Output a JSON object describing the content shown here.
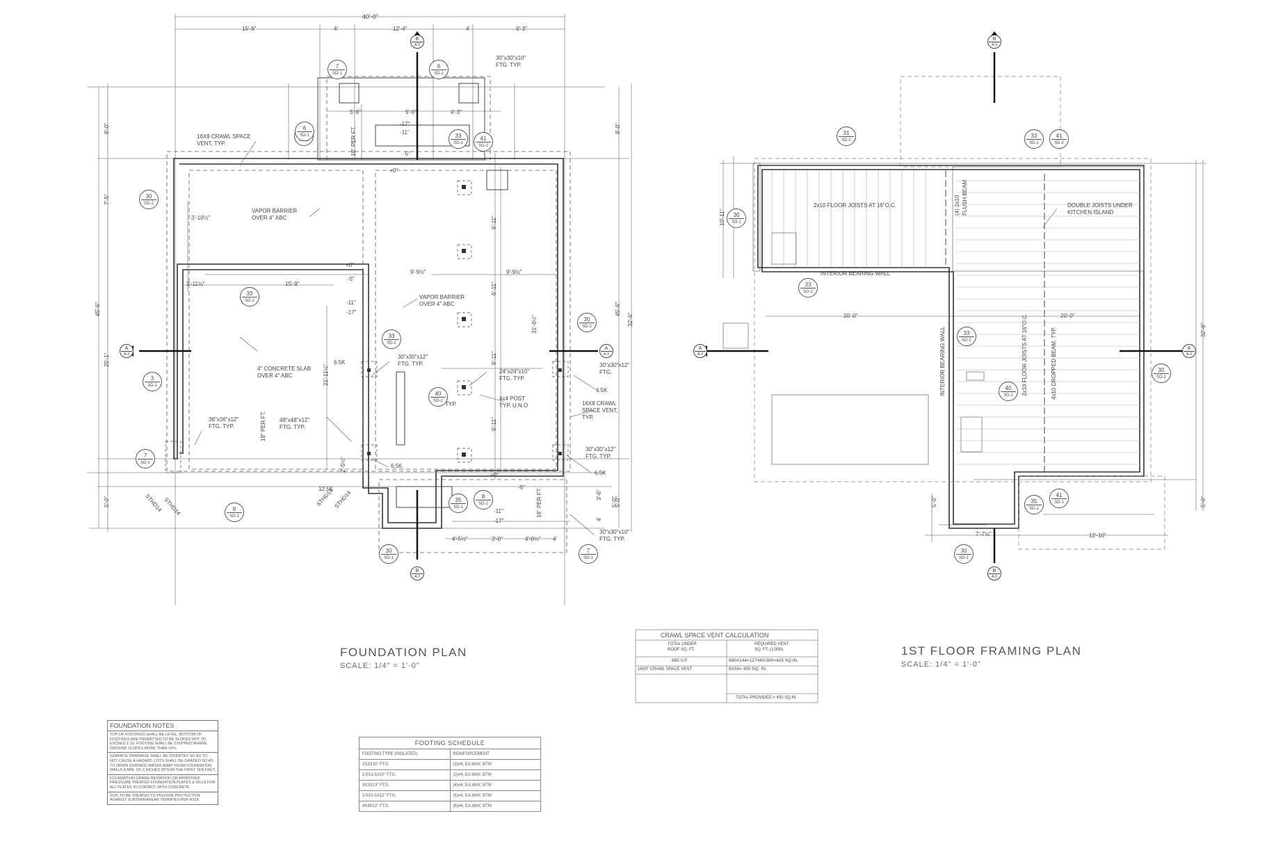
{
  "foundation_plan": {
    "title": "FOUNDATION PLAN",
    "scale": "SCALE:   1/4\" = 1'-0\"",
    "dims": {
      "overall_width": "40'-0\"",
      "top_15_9": "15'-9\"",
      "top_4a": "4'",
      "top_12_4": "12'-4\"",
      "top_4b": "4'",
      "top_9_3": "9'-3\"",
      "porch_5_9": "5'-9\"",
      "porch_5_0": "5'-0\"",
      "porch_4_3": "4'-3\"",
      "left_8_0": "8'-0\"",
      "left_7_5": "7'-5\"",
      "left_overall": "45'-6\"",
      "left_25_1": "25'-1\"",
      "left_5_0": "5'-0\"",
      "right_8_0": "8'-0\"",
      "right_32_6": "32'-6\"",
      "right_45_6": "45'-6\"",
      "right_5_0": "5'-0\"",
      "d_9_9_half": "9'-9½\"",
      "d_9_9_half_b": "9'-9½\"",
      "d_15_9": "15'-9\"",
      "d_3_11": "3'-11½\"",
      "d_3_10": "3'-10½\"",
      "d_6_11a": "6'-11\"",
      "d_6_11b": "6'-11\"",
      "d_6_11c": "6'-11\"",
      "d_6_11d": "6'-11\"",
      "d_31_6": "31'-6½\"",
      "d_21_11": "21'-11½\"",
      "d_2_5": "2'-5½\"",
      "bot_4_5": "4'-5½\"",
      "bot_3_0": "3'-0\"",
      "bot_4_0": "4'-0½\"",
      "bot_4": "4'",
      "bot_3_6": "3'-6\"",
      "bot_5_0": "5'-0\"",
      "bot_4b": "4'"
    },
    "elev": {
      "e1": "-17\"",
      "e2": "-11\"",
      "e3": "-5\"",
      "e4": "+0\"",
      "e5": "+0\"",
      "e6": "-5\"",
      "e7": "-11\"",
      "e8": "-17\"",
      "e9": "+0\"",
      "e10": "-5\"",
      "e11": "-11\"",
      "e12": "-17\""
    },
    "notes": {
      "ftg_30_top": "30\"x30\"x10\"",
      "ftg_typ_top": "FTG. TYP.",
      "vent_a": "16X8 CRAWL SPACE",
      "vent_b": "VENT, TYP.",
      "vb1a": "VAPOR BARRIER",
      "vb1b": "OVER 4\" ABC",
      "vb2a": "VAPOR BARRIER",
      "vb2b": "OVER 4\" ABC",
      "slab_a": "4\" CONCRETE SLAB",
      "slab_b": "OVER 4\" ABC",
      "k65a": "6.5K",
      "ftg_3012a": "30\"x30\"x12\"",
      "ftg_3012b": "FTG. TYP.",
      "ftg_2424a": "24\"x24\"x10\"",
      "ftg_2424b": "FTG. TYP.",
      "post_a": "4x4 POST",
      "post_b": "TYP. U.N.O",
      "typ": "TYP.",
      "r3012a": "30\"x30\"x12\"",
      "r3012b": "FTG.",
      "k65b": "6.5K",
      "rvent_a": "16X8 CRAWL",
      "rvent_b": "SPACE VENT,",
      "rvent_c": "TYP.",
      "r3012c": "30\"x30\"x12\"",
      "r3012d": "FTG. TYP.",
      "k65c": "6.5K",
      "ftg_3636a": "36\"x36\"x12\"",
      "ftg_3636b": "FTG. TYP.",
      "ftg_4848a": "48\"x48\"x12\"",
      "ftg_4848b": "FTG. TYP.",
      "k65d": "6.5K",
      "k125": "12.5K",
      "hd1": "STHD14",
      "hd2": "STHD14",
      "hd3": "STHD14",
      "hd4": "STHD14",
      "r3010a": "30\"x30\"x10\"",
      "r3010b": "FTG. TYP.",
      "per1": "18\" PER FT.",
      "per2": "18\" PER FT.",
      "per3": "18\" PER FT."
    }
  },
  "framing_plan": {
    "title": "1ST FLOOR FRAMING PLAN",
    "scale": "SCALE:   1/4\" = 1'-0\"",
    "notes": {
      "joists1": "2x10 FLOOR JOISTS AT 16\"O.C.",
      "flush_a": "(4) 2x10",
      "flush_b": "FLUSH BEAM",
      "double_a": "DOUBLE JOISTS UNDER",
      "double_b": "KITCHEN ISLAND",
      "ibw1": "INTERIOR BEARING WALL",
      "ibw2": "INTERIOR BEARING WALL",
      "joists2": "2x10 FLOOR JOISTS AT 16\"O.C.",
      "dropped": "4x10 DROPPED BEAM, TYP.",
      "d20a": "20'-0\"",
      "d20b": "20'-0\"",
      "d10_11": "10'-11\"",
      "d32_6": "32'-6\"",
      "d5_0": "5'-0\"",
      "d5_0b": "5'-0\"",
      "d7_7": "7'-7½\"",
      "d12_10": "12'-10\""
    }
  },
  "bubbles": {
    "b30": "30",
    "b31": "31",
    "b33": "33",
    "b35": "35",
    "b40": "40",
    "b41": "41",
    "b3": "3",
    "b6": "6",
    "b7": "7",
    "b8": "8",
    "sd1": "SD-1",
    "sd2": "SD-2",
    "secA": "A",
    "secB": "B",
    "a3": "A-3"
  },
  "vent_calc": {
    "title": "CRAWL SPACE VENT CALCULATION",
    "h1a": "TOTAL UNDER",
    "h1b": "ROOF SQ. FT.",
    "h2a": "REQUIRED VENT",
    "h2b": "SQ. FT. (1/300)",
    "area": "885 S.F.",
    "req": "885X144=127440/300=425 SQ.IN.",
    "vent_label": "16X8\" CRAWL SPACE VENT",
    "vent_val": "8X50= 450 SQ. IN.",
    "total": "TOTAL PROVIDED = 450 SQ.IN."
  },
  "footing_schedule": {
    "title": "FOOTING SCHEDULE",
    "headers": [
      "FOOTING TYPE (ISOLATED)",
      "REINFORCEMENT"
    ],
    "rows": [
      [
        "2X2X10\" FTG.",
        "(3)#4, EA.WAY, BTM"
      ],
      [
        "2.5X2.5X10\" FTG.",
        "(3)#4, EA.WAY, BTM"
      ],
      [
        "3X3X13\" FTG.",
        "(4)#4, EA.WAY, BTM"
      ],
      [
        "3.5X3.5X12\" FTG.",
        "(5)#4, EA.WAY, BTM"
      ],
      [
        "4X4X12\" FTG.",
        "(6)#4, EA.WAY, BTM"
      ]
    ]
  },
  "foundation_notes": {
    "title": "FOUNDATION NOTES",
    "items": [
      "TOP OF FOOTINGS SHALL BE LEVEL. BOTTOM OF FOOTINGS ARE PERMITTED TO BE SLOPED NOT TO EXCEED 1:10. FOOTING SHALL BE STEPPED WHERE GROUND SLOPES MORE THAN 10%.",
      "SURFACE DRAINAGE SHALL BE DIVERTED SO AS TO NOT CAUSE A HAZARD. LOTS SHALL BE GRADED SO AS TO DRAIN SURFACE WATER AWAY FROM FOUNDATION WALLS A MIN. OF 6 INCHES WITHIN THE FIRST TEN FEET.",
      "FOUNDATION GRADE REDWOOD OR APPROVED PRESSURE TREATED FOUNDATION PLATES & SILLS FOR ALL PLATES IN CONTACT WITH CONCRETE.",
      "SOIL TO BE TREATED TO PROVIDE PROTECTION AGAINST SUBTERRANEAN TERMITES PER R318."
    ]
  }
}
